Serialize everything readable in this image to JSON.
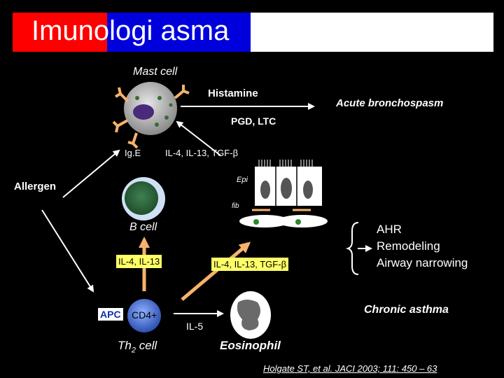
{
  "slide": {
    "title": "Imunologi asma",
    "title_colors": {
      "left": "#ff0000",
      "mid": "#0000dd",
      "right": "#ffffff"
    }
  },
  "labels": {
    "mast_cell": "Mast cell",
    "histamine": "Histamine",
    "acute_bronchospasm": "Acute bronchospasm",
    "pgd_ltc": "PGD, LTC",
    "ige": "Ig.E",
    "il_top": "IL-4, IL-13, TGF-β",
    "epi": "Epi",
    "allergen": "Allergen",
    "fib": "fib",
    "b_cell": "B cell",
    "il_left": "IL-4, IL-13",
    "il_mid": "IL-4, IL-13, TGF-β",
    "outcomes": [
      "AHR",
      "Remodeling",
      "Airway narrowing"
    ],
    "apc": "APC",
    "cd4": "CD4+",
    "il5": "IL-5",
    "chronic_asthma": "Chronic asthma",
    "th2_cell": "Th",
    "th2_sub": "2",
    "th2_suffix": " cell",
    "eosinophil": "Eosinophil",
    "citation": "Holgate ST, et al. JACI 2003; 111: 450 – 63"
  },
  "colors": {
    "arrow_orange": "#f6b26b",
    "label_box": "#ffff66",
    "apc_box": "#ffffff",
    "cd4_blue": "#4a6fd0"
  }
}
